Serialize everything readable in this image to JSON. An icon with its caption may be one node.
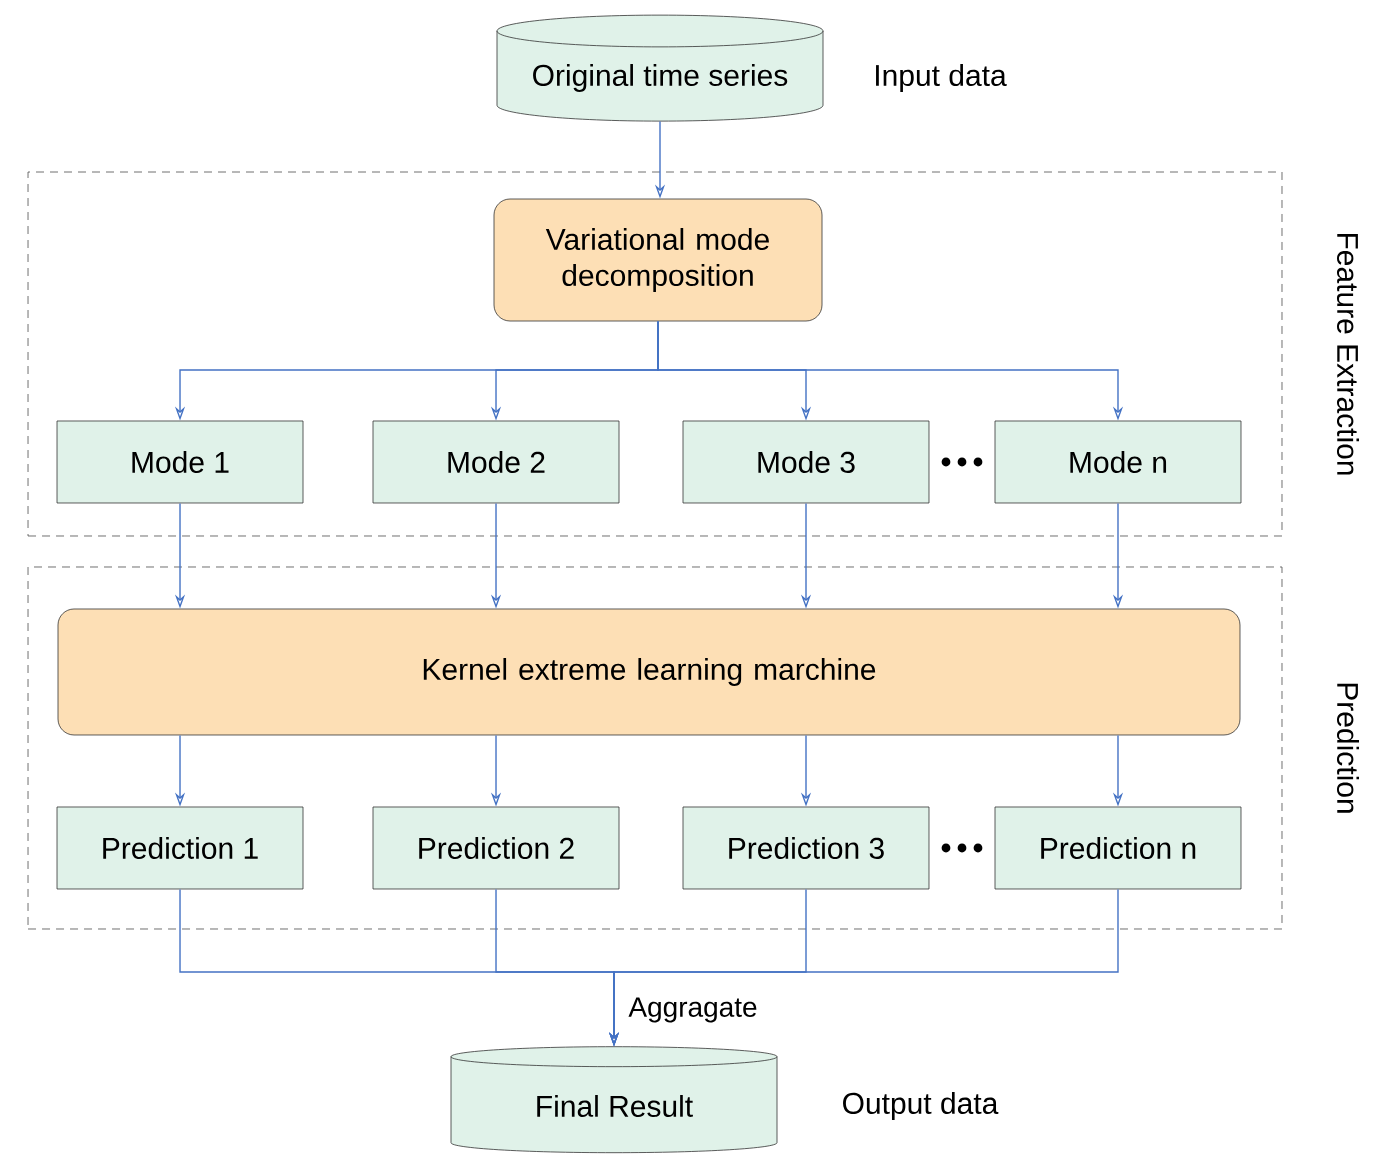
{
  "diagram": {
    "nodes": [
      {
        "text": [
          "Original time series"
        ],
        "beside": [
          "Input data"
        ]
      },
      {
        "text": [
          "Feature Extraction"
        ]
      },
      {
        "text": [
          "Variational mode decomposition"
        ],
        "in": 1
      },
      {
        "text": [
          "Mode 1"
        ],
        "in": 1
      },
      {
        "text": [
          "Mode 2"
        ],
        "in": 1
      },
      {
        "text": [
          "Mode 3"
        ],
        "in": 1
      },
      {
        "text": [
          "Mode n"
        ],
        "in": 1
      },
      {
        "text": [
          "Prediction"
        ]
      },
      {
        "text": [
          "Kernel extreme learning marchine"
        ],
        "in": 7
      },
      {
        "text": [
          "Prediction 1"
        ],
        "in": 7
      },
      {
        "text": [
          "Prediction 2"
        ],
        "in": 7
      },
      {
        "text": [
          "Prediction 3"
        ],
        "in": 7
      },
      {
        "text": [
          "Prediction n"
        ],
        "in": 7
      },
      {
        "text": [
          "Final Result"
        ],
        "beside": [
          "Output data"
        ]
      }
    ],
    "edges": [
      {
        "from": 0,
        "to": 2,
        "arrow": "to"
      },
      {
        "from": 2,
        "to": 3,
        "arrow": "to"
      },
      {
        "from": 2,
        "to": 4,
        "arrow": "to"
      },
      {
        "from": 2,
        "to": 5,
        "arrow": "to"
      },
      {
        "from": 2,
        "to": 6,
        "arrow": "to"
      },
      {
        "from": 3,
        "to": 8,
        "arrow": "to"
      },
      {
        "from": 4,
        "to": 8,
        "arrow": "to"
      },
      {
        "from": 5,
        "to": 8,
        "arrow": "to"
      },
      {
        "from": 6,
        "to": 8,
        "arrow": "to"
      },
      {
        "from": 8,
        "to": 9,
        "arrow": "to"
      },
      {
        "from": 8,
        "to": 10,
        "arrow": "to"
      },
      {
        "from": 8,
        "to": 11,
        "arrow": "to"
      },
      {
        "from": 8,
        "to": 12,
        "arrow": "to"
      },
      {
        "from": 9,
        "to": 13,
        "arrow": "to",
        "label": "Aggragate"
      },
      {
        "from": 10,
        "to": 13,
        "arrow": "to"
      },
      {
        "from": 11,
        "to": 13,
        "arrow": "to"
      },
      {
        "from": 12,
        "to": 13,
        "arrow": "to"
      }
    ]
  }
}
